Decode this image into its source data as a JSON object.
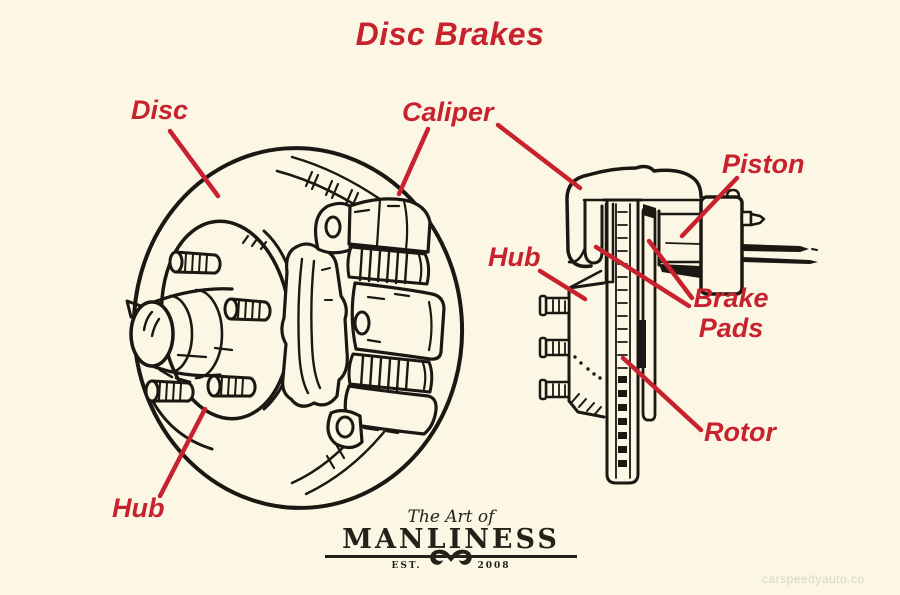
{
  "title": "Disc Brakes",
  "labels": {
    "disc": "Disc",
    "caliper": "Caliper",
    "piston": "Piston",
    "hub_side": "Hub",
    "brake_pads": "Brake Pads",
    "rotor": "Rotor",
    "hub_front": "Hub"
  },
  "logo": {
    "tagline": "The Art of",
    "name": "MANLINESS",
    "est_label": "EST.",
    "est_year": "2008"
  },
  "watermark": "carspeedyauto.co",
  "colors": {
    "background": "#fbf7e4",
    "accent": "#c8222e",
    "ink": "#1b1712"
  }
}
